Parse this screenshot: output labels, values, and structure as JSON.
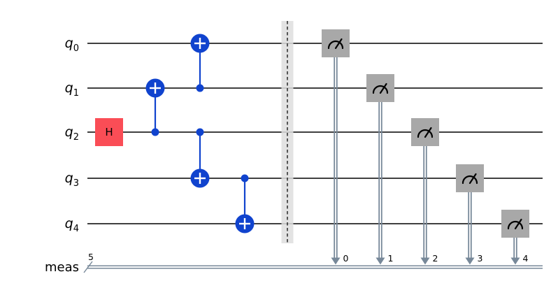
{
  "figure": {
    "background": "#ffffff",
    "qubits": [
      {
        "label": "q",
        "sub": "0"
      },
      {
        "label": "q",
        "sub": "1"
      },
      {
        "label": "q",
        "sub": "2"
      },
      {
        "label": "q",
        "sub": "3"
      },
      {
        "label": "q",
        "sub": "4"
      }
    ],
    "classical_register": {
      "label": "meas",
      "size_label": "5"
    },
    "gates": [
      {
        "kind": "h",
        "label": "H",
        "qubit": 2,
        "col": 0
      },
      {
        "kind": "cx",
        "control": 2,
        "target": 1,
        "col": 1
      },
      {
        "kind": "cx",
        "control": 1,
        "target": 0,
        "col": 2
      },
      {
        "kind": "cx",
        "control": 2,
        "target": 3,
        "col": 2
      },
      {
        "kind": "cx",
        "control": 3,
        "target": 4,
        "col": 3
      },
      {
        "kind": "barrier",
        "col": 4
      }
    ],
    "measurements": [
      {
        "qubit": 0,
        "bit_label": "0"
      },
      {
        "qubit": 1,
        "bit_label": "1"
      },
      {
        "qubit": 2,
        "bit_label": "2"
      },
      {
        "qubit": 3,
        "bit_label": "3"
      },
      {
        "qubit": 4,
        "bit_label": "4"
      }
    ],
    "colors": {
      "h_gate": "#fa4d56",
      "gate_text": "#000000",
      "cx_gate": "#1043ce",
      "cx_cross": "#ffffff",
      "quantum_wire": "#000000",
      "classical_wire": "#778899",
      "measure_box": "#a8a8a8",
      "measure_glyph": "#000000",
      "barrier_band": "#dedede",
      "barrier_line": "#1a1a1a",
      "text": "#000000"
    }
  }
}
